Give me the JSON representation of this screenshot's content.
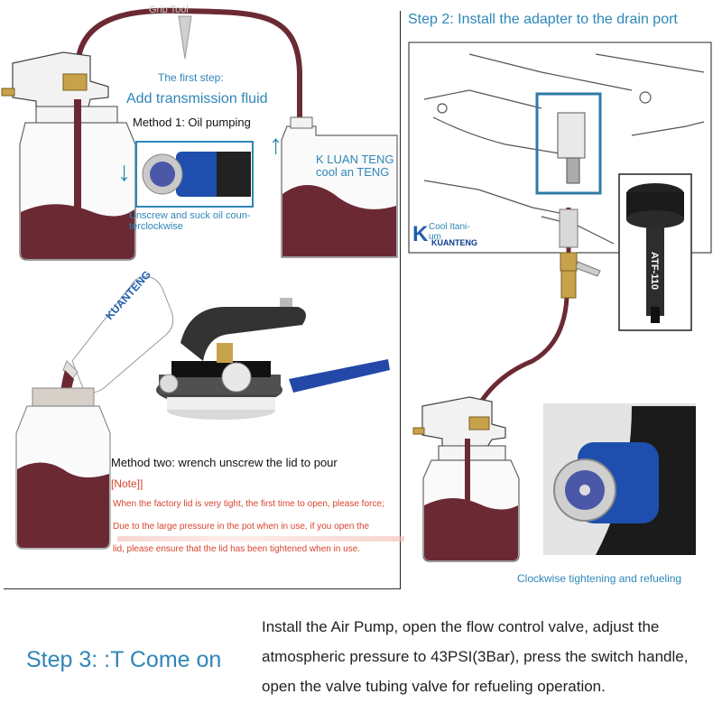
{
  "panel1": {
    "gun_label": "Grip Tool",
    "first_step": "The first step:",
    "add_fluid": "Add transmission fluid",
    "method1": "Method 1: Oil pumping",
    "brand": "K LUAN TENG",
    "brand2": "cool an TENG",
    "unscrew": "Unscrew and suck oil coun-terclockwise"
  },
  "panel2": {
    "method2": "Method two: wrench unscrew the lid to pour",
    "note": "[Note]]",
    "note1": "When the factory lid is very tight, the first time to open, please force;",
    "note2": "Due to the large pressure in the pot when in use, if you open the",
    "note3": "lid, please ensure that the lid has been tightened when in use.",
    "bottle_logo": "KUANTENG"
  },
  "panel3": {
    "step2": "Step 2: Install the adapter to the drain port",
    "cool": "Cool Itani-",
    "cool2": "um",
    "kuan": "KUANTENG",
    "atf": "ATF-110",
    "clockwise": "Clockwise tightening and refueling"
  },
  "footer": {
    "step3": "Step 3: :T Come on",
    "instructions": "Install the Air Pump, open the flow control valve, adjust the atmospheric pressure to 43PSI(3Bar), press the switch handle, open the valve tubing valve for refueling operation."
  },
  "colors": {
    "accent": "#2f86b8",
    "oil": "#6b2a33",
    "note_red": "#d8432f",
    "blue_metal": "#1e4fae"
  }
}
